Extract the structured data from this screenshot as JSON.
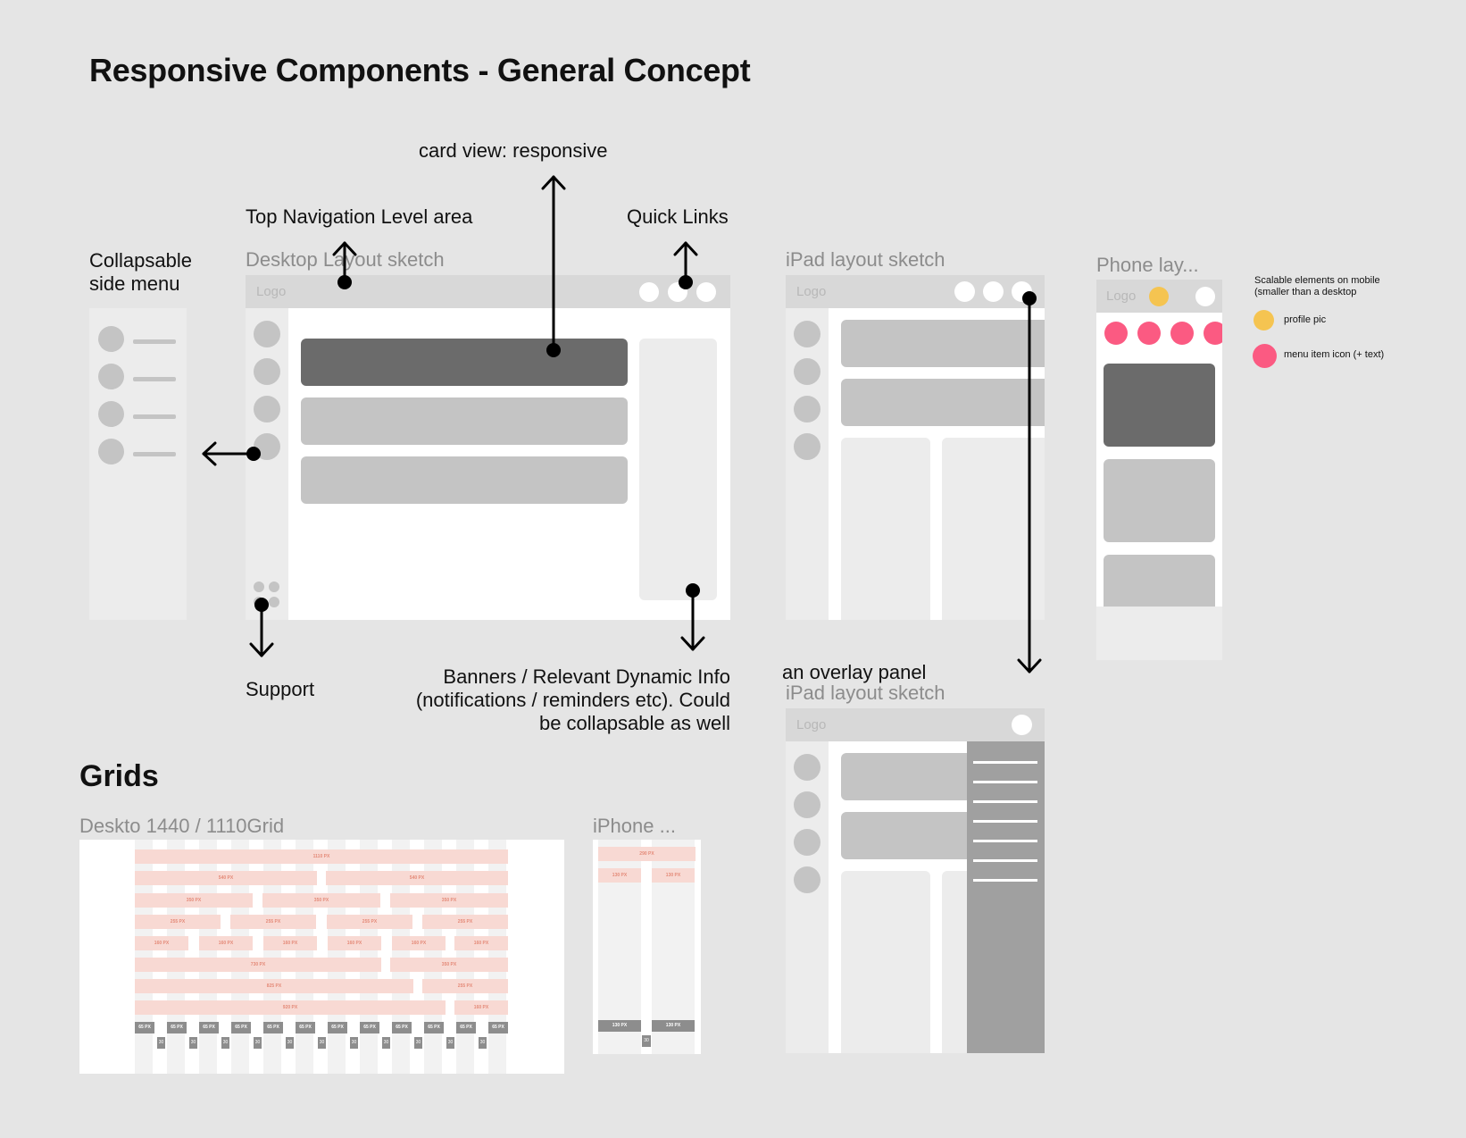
{
  "title": "Responsive Components - General Concept",
  "annotations": {
    "card_view": "card view: responsive",
    "top_nav": "Top Navigation Level area",
    "quick_links": "Quick Links",
    "collapsable_line1": "Collapsable",
    "collapsable_line2": "side menu",
    "support": "Support",
    "banners_line1": "Banners / Relevant Dynamic Info",
    "banners_line2": "(notifications / reminders etc). Could",
    "banners_line3": "be collapsable as well",
    "overlay_panel": "an overlay panel"
  },
  "frames": {
    "desktop": {
      "label": "Desktop Layout sketch",
      "logo": "Logo"
    },
    "ipad": {
      "label": "iPad layout sketch",
      "logo": "Logo"
    },
    "ipad_overlay": {
      "label": "iPad layout sketch",
      "logo": "Logo"
    },
    "phone": {
      "label": "Phone lay...",
      "logo": "Logo"
    }
  },
  "legend": {
    "heading_line1": "Scalable elements on mobile",
    "heading_line2": "(smaller than a desktop",
    "items": [
      {
        "label": "profile pic",
        "color": "#f5c451"
      },
      {
        "label": "menu item icon (+ text)",
        "color": "#fb5a82"
      }
    ]
  },
  "grids": {
    "heading": "Grids",
    "desktop_label": "Deskto 1440 / 1110Grid",
    "iphone_label": "iPhone ...",
    "desktop_rows": [
      [
        "1110 PX"
      ],
      [
        "540 PX",
        "540 PX"
      ],
      [
        "350 PX",
        "350 PX",
        "350 PX"
      ],
      [
        "255 PX",
        "255 PX",
        "255 PX",
        "255 PX"
      ],
      [
        "160 PX",
        "160 PX",
        "160 PX",
        "160 PX",
        "160 PX",
        "160 PX"
      ],
      [
        "730 PX",
        "350 PX"
      ],
      [
        "825 PX",
        "255 PX"
      ],
      [
        "920 PX",
        "160 PX"
      ]
    ],
    "desktop_cols": [
      "65 PX",
      "65 PX",
      "65 PX",
      "65 PX",
      "65 PX",
      "65 PX",
      "65 PX",
      "65 PX",
      "65 PX",
      "65 PX",
      "65 PX",
      "65 PX"
    ],
    "gutter": "30",
    "iphone_rows": [
      [
        "290 PX"
      ],
      [
        "130 PX",
        "130 PX"
      ]
    ],
    "iphone_cols": [
      "130 PX",
      "130 PX"
    ],
    "iphone_gutter": "30"
  },
  "colors": {
    "background": "#e5e5e5",
    "frame_bar": "#d8d8d8",
    "placeholder_dark": "#6b6b6b",
    "placeholder_mid": "#c4c4c4",
    "placeholder_light": "#ececec",
    "overlay_panel": "#a0a0a0",
    "profile_pic": "#f5c451",
    "menu_icon": "#fb5a82"
  }
}
